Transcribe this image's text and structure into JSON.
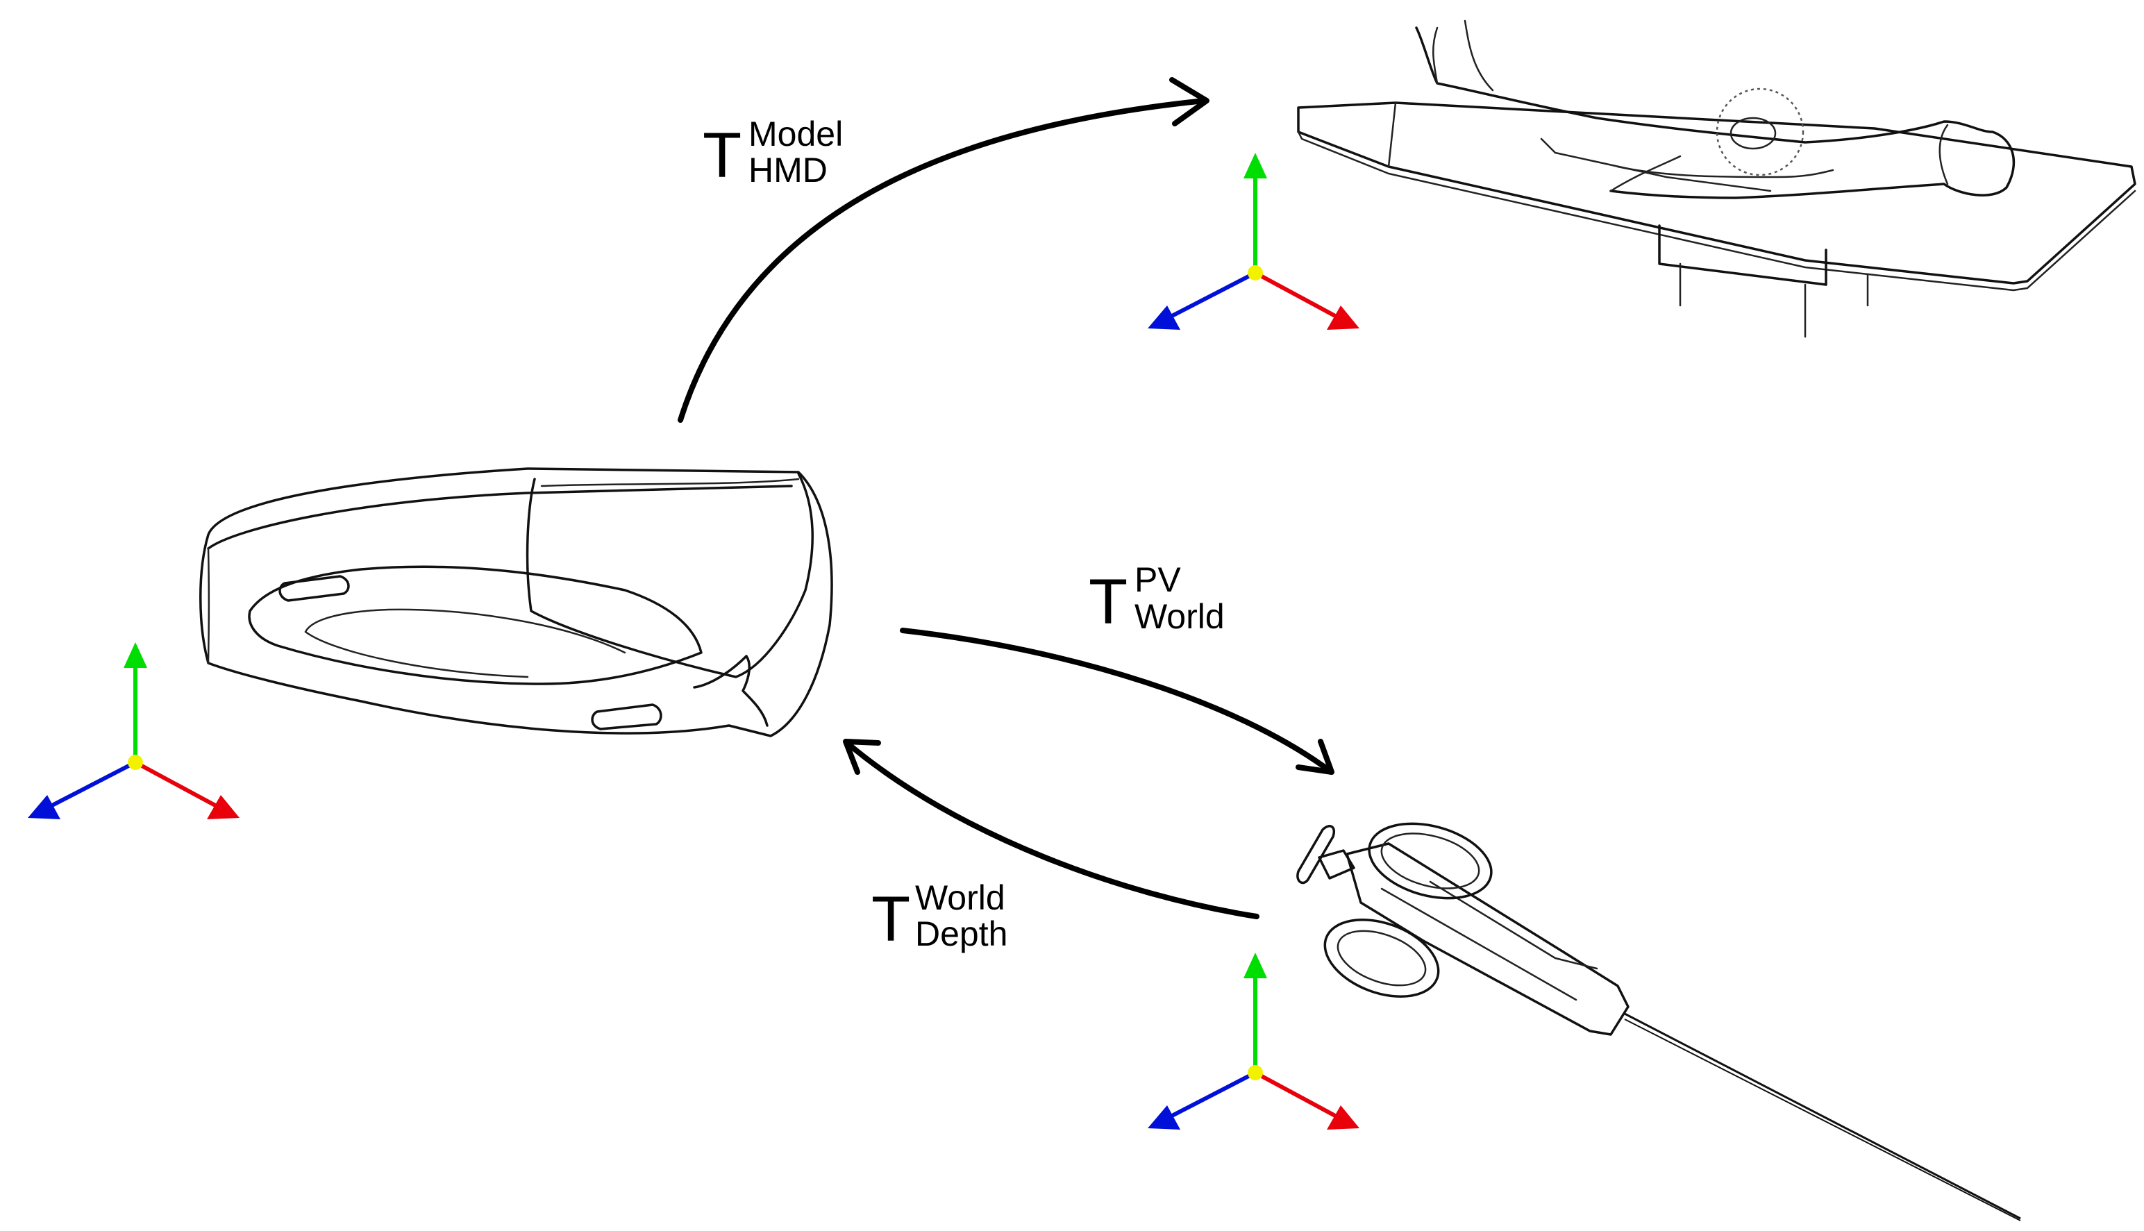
{
  "transforms": {
    "model_hmd": {
      "symbol": "T",
      "sup": "Model",
      "sub": "HMD"
    },
    "pv_world": {
      "symbol": "T",
      "sup": "PV",
      "sub": "World"
    },
    "world_depth": {
      "symbol": "T",
      "sup": "World",
      "sub": "Depth"
    }
  },
  "axis_colors": {
    "x": "#e8000b",
    "y": "#00dd00",
    "z": "#0010d8",
    "origin": "#f2f200"
  },
  "icons": [
    "hmd-headset-icon",
    "patient-on-table-icon",
    "biopsy-needle-icon"
  ]
}
